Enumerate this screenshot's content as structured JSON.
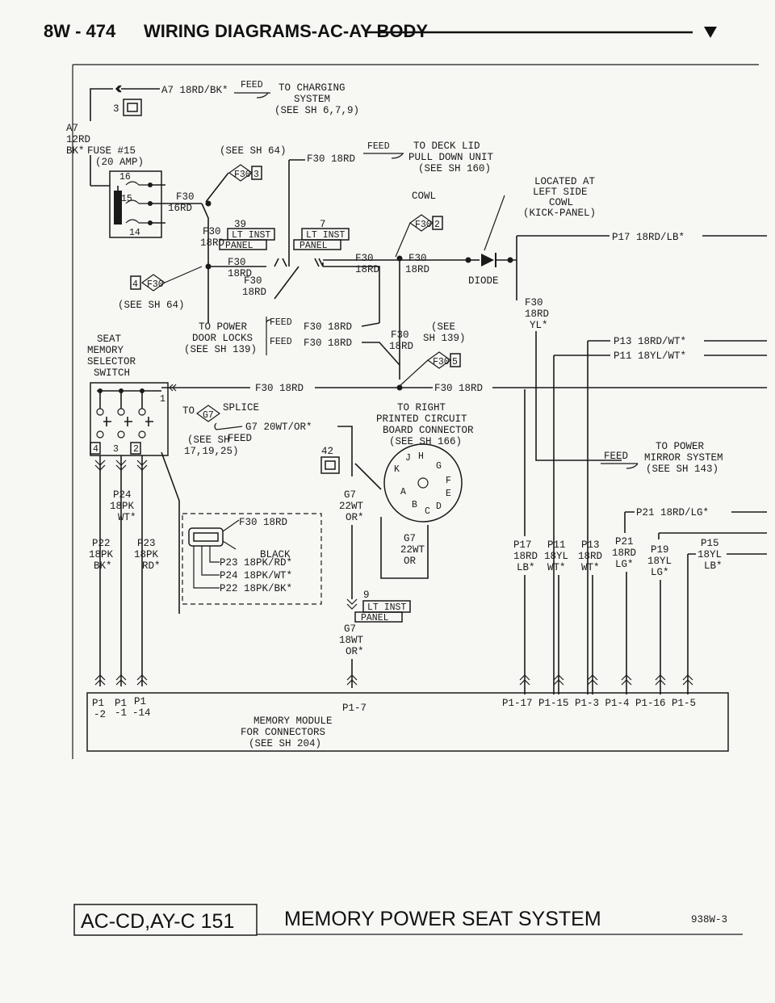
{
  "header": {
    "page": "8W - 474",
    "title": "WIRING DIAGRAMS-AC-AY BODY"
  },
  "top": {
    "a7_label": "A7 18RD/BK*",
    "feed": "FEED",
    "charging_1": "TO CHARGING",
    "charging_2": "SYSTEM",
    "charging_3": "(SEE SH 6,7,9)",
    "conn_num": "3",
    "a7_left_1": "A7",
    "a7_left_2": "12RD",
    "a7_left_3": "BK*",
    "fuse_1": "FUSE #15",
    "fuse_2": "(20 AMP)",
    "fuse_pins": [
      "16",
      "15",
      "14"
    ],
    "f30_16rd_1": "F30",
    "f30_16rd_2": "16RD",
    "see_sh64_top": "(SEE SH 64)",
    "f30_18rd_top": "F30 18RD",
    "feed_deck": "FEED",
    "deck_1": "TO DECK LID",
    "deck_2": "PULL DOWN UNIT",
    "deck_3": "(SEE SH 160)"
  },
  "splices": {
    "s3": "3",
    "s2": "2",
    "s4": "4",
    "s5": "5",
    "id": "F30",
    "g7": "G7"
  },
  "mid": {
    "cowl": "COWL",
    "located_1": "LOCATED AT",
    "located_2": "LEFT SIDE",
    "located_3": "COWL",
    "located_4": "(KICK-PANEL)",
    "p17_right": "P17 18RD/LB*",
    "f30_18rd_a1": "F30",
    "f30_18rd_a2": "18RD",
    "n39": "39",
    "n7": "7",
    "lt_inst": "LT INST",
    "panel": "PANEL",
    "f30_b1": "F30",
    "f30_b2": "18RD",
    "f30_c1": "F30",
    "f30_c2": "18RD",
    "f30_d1": "F30",
    "f30_d2": "18RD",
    "f30_e1": "F30",
    "f30_e2": "18RD",
    "diode": "DIODE",
    "see_sh64": "(SEE SH 64)",
    "f30_yl_1": "F30",
    "f30_yl_2": "18RD",
    "f30_yl_3": "YL*",
    "door_1": "TO POWER",
    "door_2": "DOOR LOCKS",
    "door_3": "(SEE SH 139)",
    "feed_a": "FEED",
    "feed_b": "FEED",
    "f30_18rd_fa": "F30 18RD",
    "f30_18rd_fb": "F30 18RD",
    "f30_18rd_g1": "F30",
    "f30_18rd_g2": "18RD",
    "see139_1": "(SEE",
    "see139_2": "SH 139)",
    "seat_1": "SEAT",
    "seat_2": "MEMORY",
    "seat_3": "SELECTOR",
    "seat_4": "SWITCH",
    "p13_right": "P13 18RD/WT*",
    "p11_right": "P11 18YL/WT*",
    "f30_18rd_long": "F30 18RD",
    "f30_18rd_long2": "F30 18RD"
  },
  "lower": {
    "to": "TO",
    "splice": "SPLICE",
    "g7_20wt": "G7 20WT/OR*",
    "see_sh_1": "(SEE SH",
    "see_sh_feed": "FEED",
    "see_sh_2": "17,19,25)",
    "n42": "42",
    "sw_pins": [
      "1",
      "4",
      "3",
      "2"
    ],
    "right_1": "TO RIGHT",
    "right_2": "PRINTED CIRCUIT",
    "right_3": "BOARD CONNECTOR",
    "right_4": "(SEE SH 166)",
    "conn_letters": [
      "K",
      "J",
      "H",
      "G",
      "F",
      "E",
      "D",
      "C",
      "B",
      "A"
    ],
    "feed_mirror": "FEED",
    "mirror_1": "TO POWER",
    "mirror_2": "MIRROR SYSTEM",
    "mirror_3": "(SEE SH 143)",
    "p24_1": "P24",
    "p24_2": "18PK",
    "p24_3": "WT*",
    "p22_1": "P22",
    "p22_2": "18PK",
    "p22_3": "BK*",
    "p23_1": "P23",
    "p23_2": "18PK",
    "p23_3": "RD*",
    "inset_f30": "F30 18RD",
    "inset_black": "BLACK",
    "inset_p23": "P23 18PK/RD*",
    "inset_p24": "P24 18PK/WT*",
    "inset_p22": "P22 18PK/BK*",
    "g7_22wt_1": "G7",
    "g7_22wt_2": "22WT",
    "g7_22wt_3": "OR*",
    "g7_22wt_r1": "G7",
    "g7_22wt_r2": "22WT",
    "g7_22wt_r3": "OR",
    "n9": "9",
    "g7_18wt_1": "G7",
    "g7_18wt_2": "18WT",
    "g7_18wt_3": "OR*",
    "p21_right": "P21 18RD/LG*",
    "p15_1": "P15",
    "p15_2": "18YL",
    "p15_3": "LB*",
    "wires": [
      {
        "a": "P17",
        "b": "18RD",
        "c": "LB*"
      },
      {
        "a": "P11",
        "b": "18YL",
        "c": "WT*"
      },
      {
        "a": "P13",
        "b": "18RD",
        "c": "WT*"
      },
      {
        "a": "P21",
        "b": "18RD",
        "c": "LG*"
      },
      {
        "a": "P19",
        "b": "18YL",
        "c": "LG*"
      }
    ]
  },
  "module": {
    "pins_left_1": "P1",
    "pins_left_1b": "-2",
    "pins_left_2": "P1",
    "pins_left_2b": "-1",
    "pins_left_3": "P1",
    "pins_left_3b": "-14",
    "p1_7": "P1-7",
    "pins_right": "P1-17 P1-15 P1-3 P1-4 P1-16 P1-5",
    "label_1": "MEMORY MODULE",
    "label_2": "FOR CONNECTORS",
    "label_3": "(SEE SH 204)"
  },
  "footer": {
    "code": "AC-CD,AY-C 151",
    "title": "MEMORY POWER SEAT SYSTEM",
    "ref": "938W-3"
  }
}
